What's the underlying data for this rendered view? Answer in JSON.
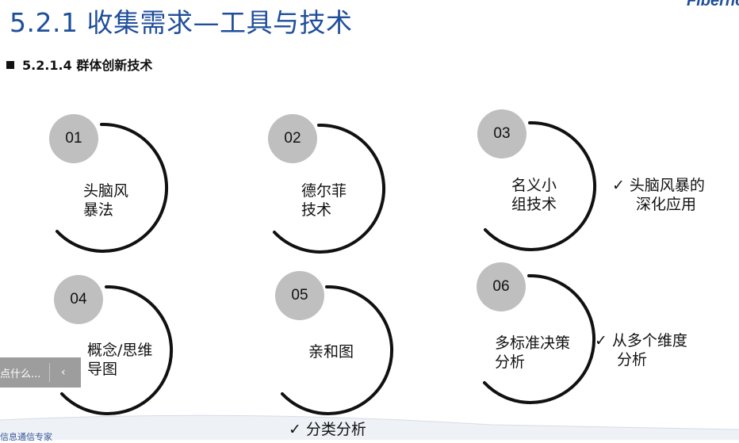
{
  "slide": {
    "title": "5.2.1 收集需求—工具与技术",
    "brand": "Fiberho",
    "subtitle": "5.2.1.4 群体创新技术",
    "footer": "信息通信专家"
  },
  "techniques": [
    {
      "number": "01",
      "lines": [
        "头脑风",
        "暴法"
      ]
    },
    {
      "number": "02",
      "lines": [
        "德尔菲",
        "技术"
      ]
    },
    {
      "number": "03",
      "lines": [
        "名义小",
        "组技术"
      ]
    },
    {
      "number": "04",
      "lines": [
        "概念/思维",
        "导图"
      ]
    },
    {
      "number": "05",
      "lines": [
        "亲和图"
      ]
    },
    {
      "number": "06",
      "lines": [
        "多标准决策",
        "分析"
      ]
    }
  ],
  "notes": {
    "nominal_group": {
      "check": "✓",
      "line1": "头脑风暴的",
      "line2": "深化应用"
    },
    "mcda": {
      "check": "✓",
      "line1": "从多个维度",
      "line2": "分析"
    },
    "affinity": {
      "check": "✓",
      "line1": "分类分析"
    }
  },
  "search": {
    "placeholder": "点什么...",
    "chevron": "‹"
  },
  "colors": {
    "title": "#1f4e9a",
    "badge": "#c0bfbf",
    "arc": "#111111"
  }
}
